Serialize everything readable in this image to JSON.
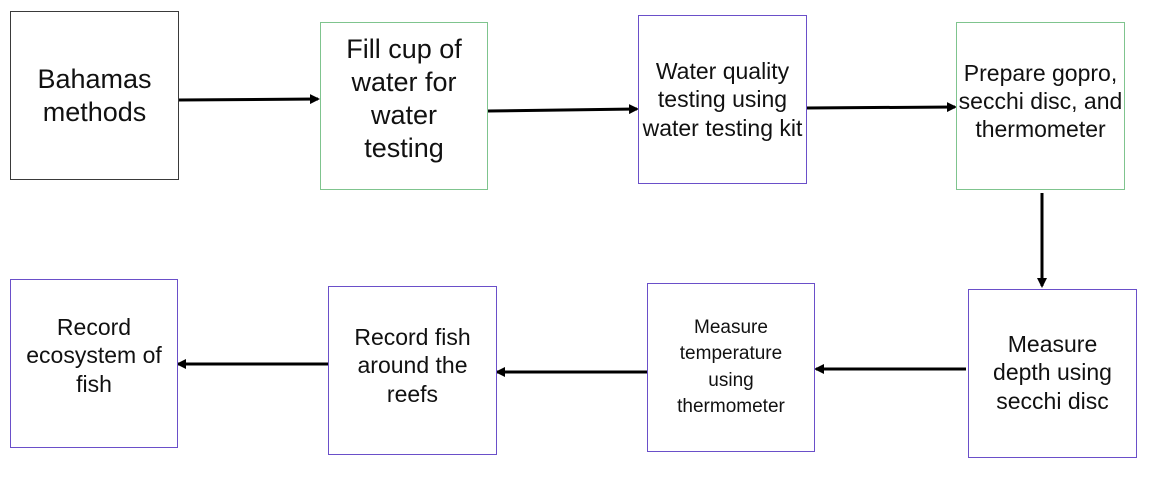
{
  "steps": {
    "s1": "Bahamas methods",
    "s2": "Fill cup of water for water testing",
    "s3": "Water quality testing using water testing kit",
    "s4": "Prepare gopro, secchi disc, and thermometer",
    "s5": "Measure depth using secchi disc",
    "s6": "Measure temperature using thermometer",
    "s7": "Record fish around the reefs",
    "s8": "Record ecosystem of fish"
  },
  "colors": {
    "arrow": "#000000",
    "border_black": "#3a3a3a",
    "border_green": "#7fc48e",
    "border_purple": "#6a4fc9"
  }
}
